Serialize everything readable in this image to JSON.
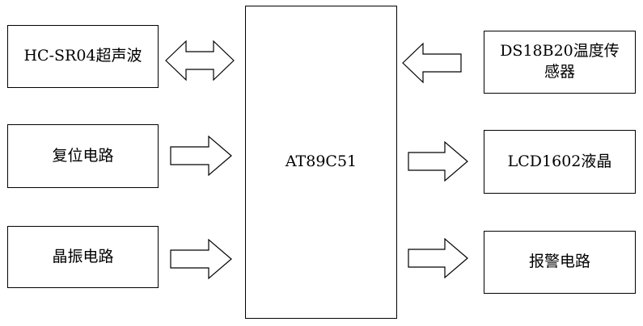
{
  "blocks": {
    "hc_sr04": "HC-SR04超声波",
    "reset": "复位电路",
    "crystal": "晶振电路",
    "mcu": "AT89C51",
    "ds18b20": "DS18B20温度传感器",
    "lcd": "LCD1602液晶",
    "alarm": "报警电路"
  }
}
